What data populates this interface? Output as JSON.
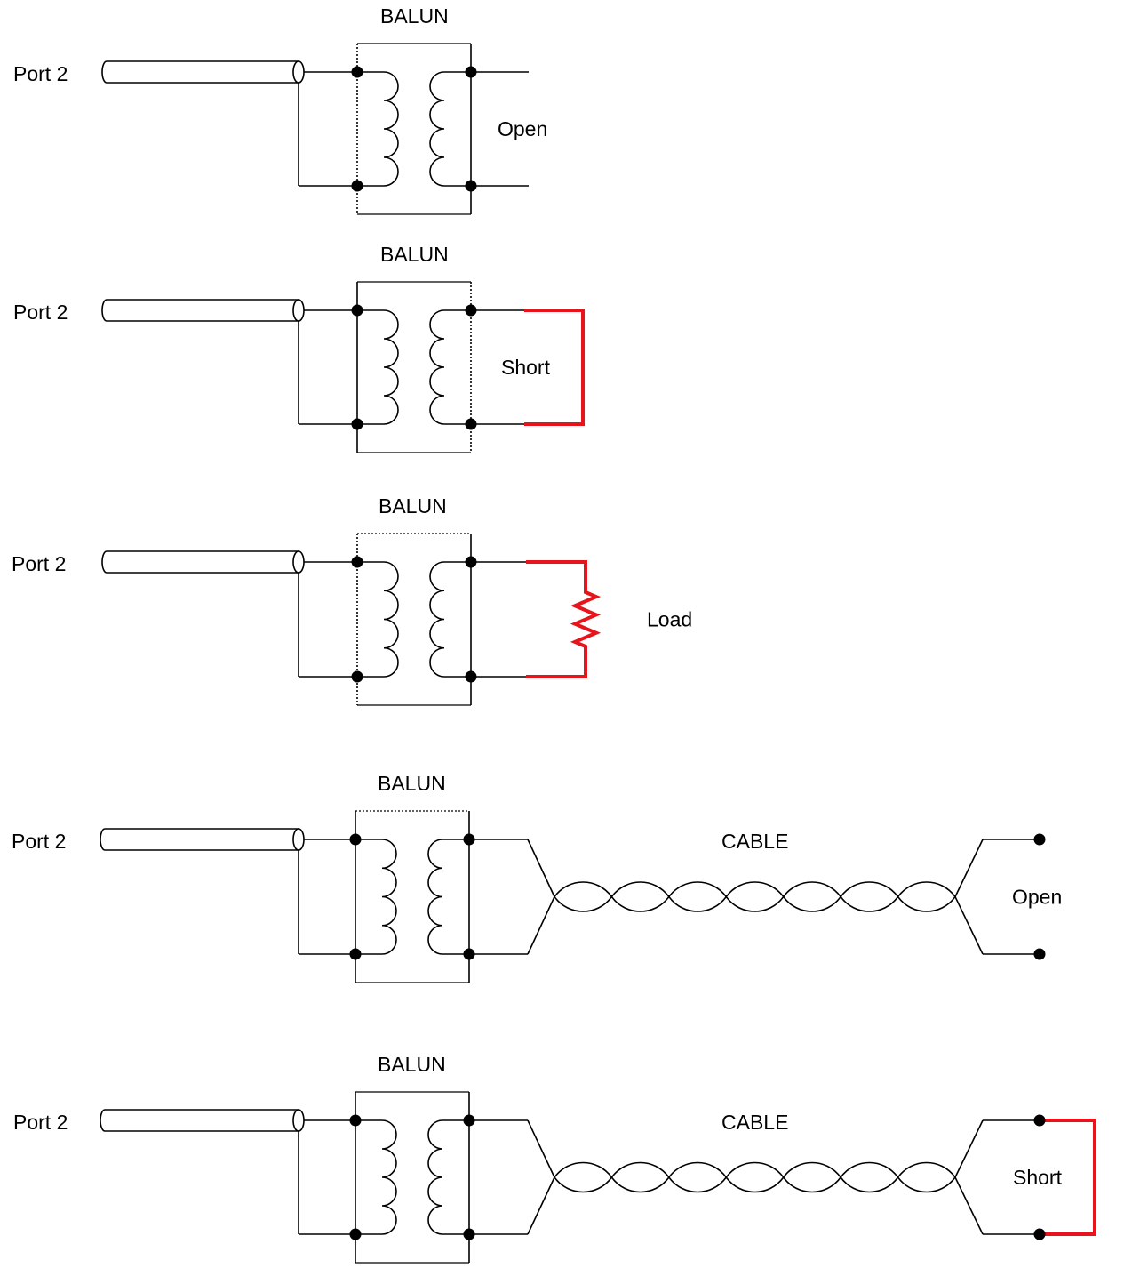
{
  "colors": {
    "line": "#000000",
    "termination": "#e8141b",
    "background": "#ffffff"
  },
  "diagrams": [
    {
      "port_label": "Port 2",
      "balun_label": "BALUN",
      "termination_label": "Open",
      "termination": "open",
      "cable_label": null
    },
    {
      "port_label": "Port 2",
      "balun_label": "BALUN",
      "termination_label": "Short",
      "termination": "short",
      "cable_label": null
    },
    {
      "port_label": "Port 2",
      "balun_label": "BALUN",
      "termination_label": "Load",
      "termination": "load",
      "cable_label": null
    },
    {
      "port_label": "Port 2",
      "balun_label": "BALUN",
      "termination_label": "Open",
      "termination": "cable-open",
      "cable_label": "CABLE"
    },
    {
      "port_label": "Port 2",
      "balun_label": "BALUN",
      "termination_label": "Short",
      "termination": "cable-short",
      "cable_label": "CABLE"
    }
  ]
}
